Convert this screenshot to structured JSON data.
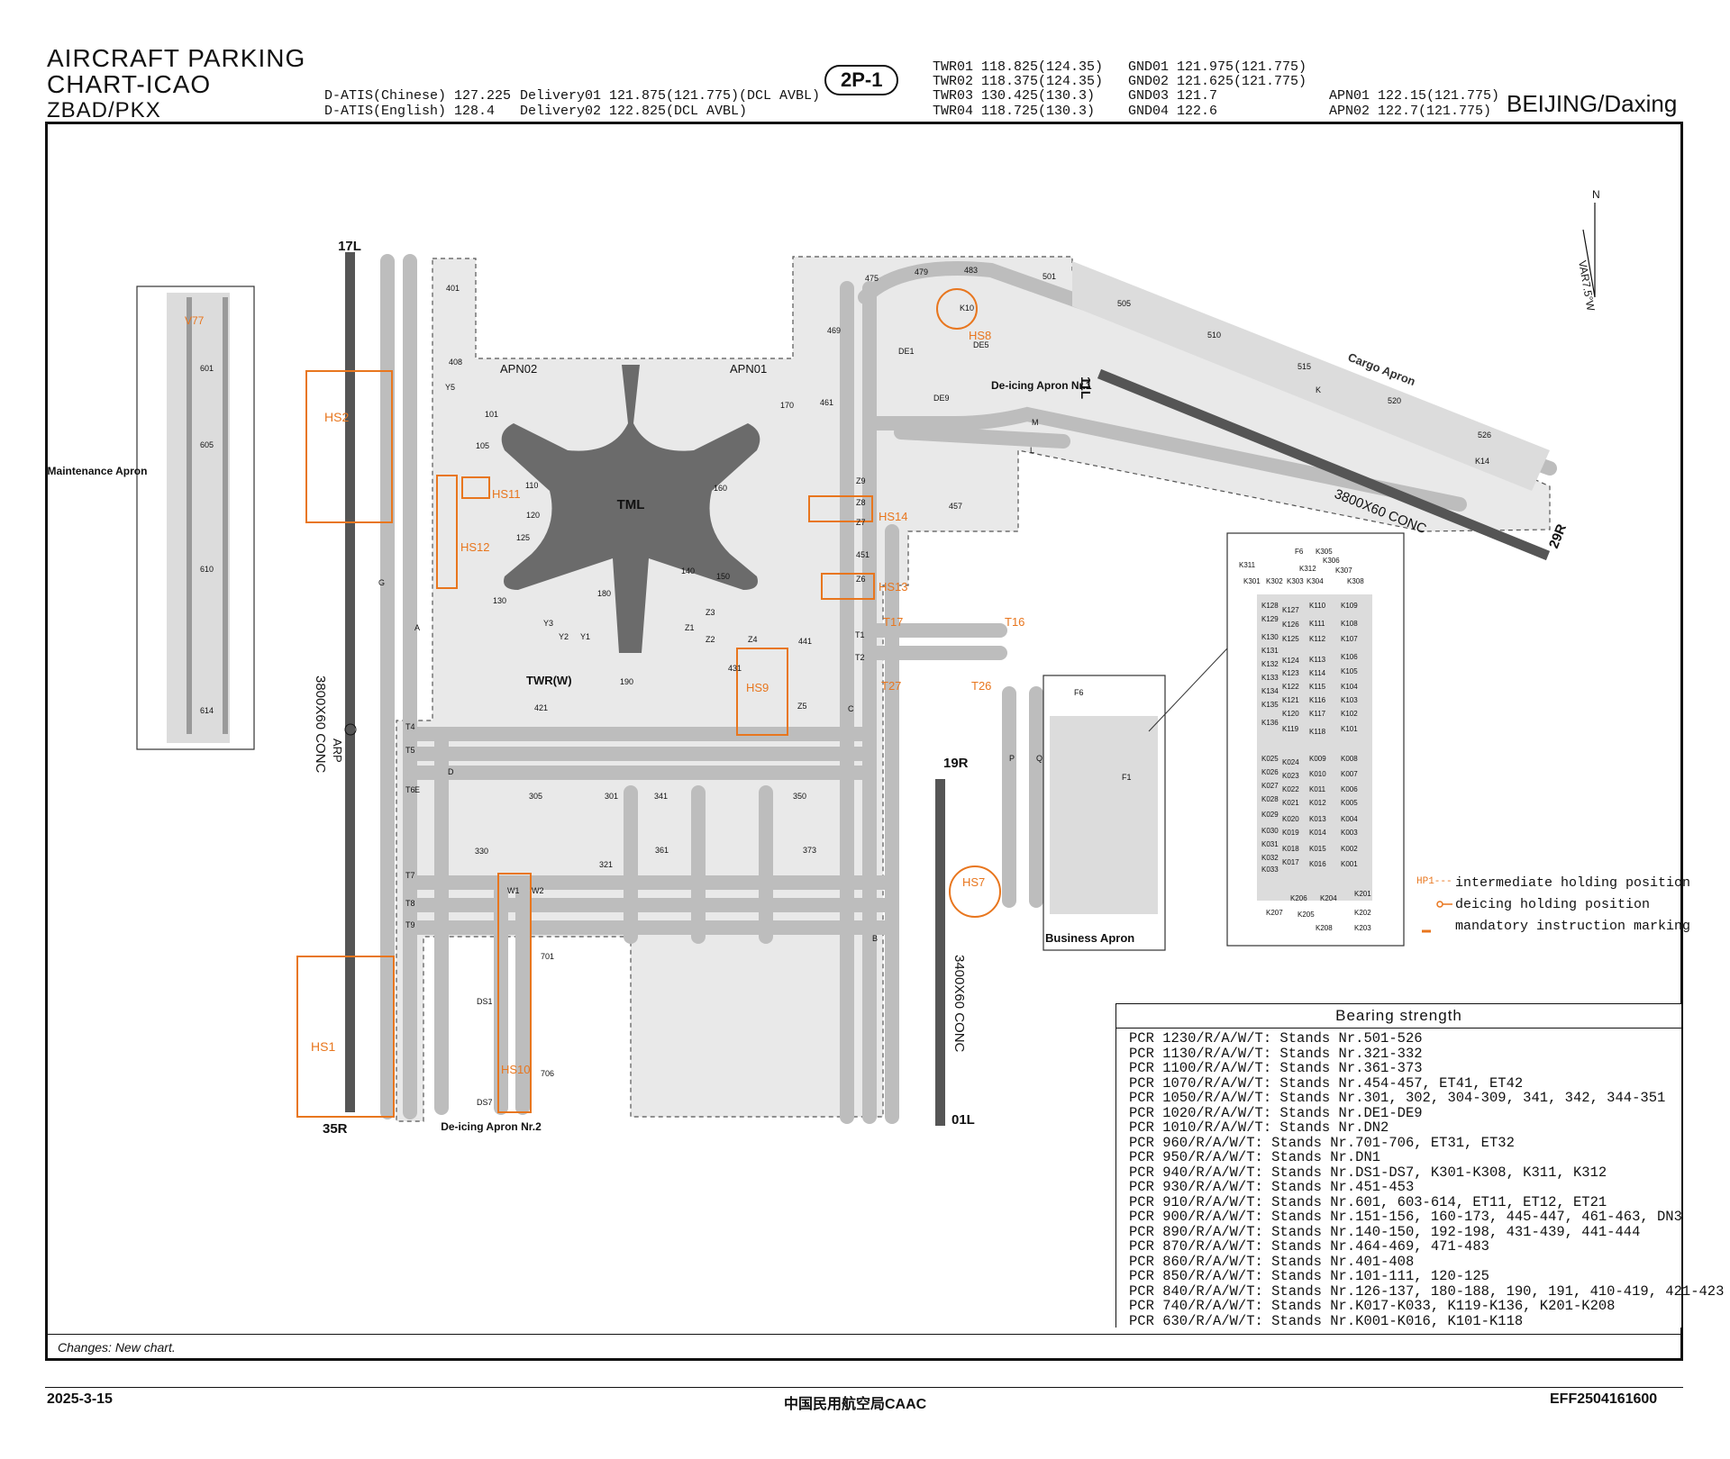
{
  "header": {
    "title_line1": "AIRCRAFT PARKING",
    "title_line2": "CHART-ICAO",
    "airport_code": "ZBAD/PKX",
    "chart_id": "2P-1",
    "city": "BEIJING/Daxing",
    "atis_chinese": "D-ATIS(Chinese) 127.225",
    "atis_english": "D-ATIS(English) 128.4",
    "delivery1": "Delivery01  121.875(121.775)(DCL AVBL)",
    "delivery2": "Delivery02  122.825(DCL AVBL)",
    "twr": [
      "TWR01  118.825(124.35)",
      "TWR02  118.375(124.35)",
      "TWR03  130.425(130.3)",
      "TWR04  118.725(130.3)"
    ],
    "gnd": [
      "GND01  121.975(121.775)",
      "GND02  121.625(121.775)",
      "GND03  121.7",
      "GND04  122.6"
    ],
    "apn": [
      "APN01  122.15(121.775)",
      "APN02  122.7(121.775)"
    ]
  },
  "map": {
    "terminal": "TML",
    "tower": "TWR(W)",
    "north": "N",
    "variation": "VAR7.5°W",
    "arp": "ARP",
    "runways": [
      {
        "end_top": "17L",
        "end_bottom": "35R",
        "surface": "3800X60 CONC"
      },
      {
        "end_top": "19R",
        "end_bottom": "01L",
        "surface": "3400X60 CONC"
      },
      {
        "end_top": "11L",
        "end_bottom": "29R",
        "surface": "3800X60 CONC"
      }
    ],
    "areas": {
      "maintenance": "Maintenance Apron",
      "cargo": "Cargo Apron",
      "deicing1": "De-icing Apron Nr.1",
      "deicing2": "De-icing Apron Nr.2",
      "business": "Business Apron",
      "apn01": "APN01",
      "apn02": "APN02"
    },
    "hotspots": [
      "HS1",
      "HS2",
      "HS7",
      "HS8",
      "HS9",
      "HS10",
      "HS11",
      "HS12",
      "HS13",
      "HS14",
      "V77",
      "T16",
      "T17",
      "T26",
      "T27"
    ],
    "stand_labels": [
      "501",
      "505",
      "510",
      "515",
      "520",
      "526",
      "475",
      "479",
      "483",
      "101",
      "105",
      "110",
      "120",
      "125",
      "130",
      "140",
      "150",
      "160",
      "170",
      "180",
      "190",
      "301",
      "305",
      "321",
      "330",
      "341",
      "350",
      "361",
      "373",
      "401",
      "408",
      "421",
      "431",
      "441",
      "451",
      "457",
      "461",
      "469",
      "601",
      "605",
      "610",
      "614",
      "701",
      "706",
      "DE1",
      "DE5",
      "DE9",
      "DS1",
      "DS7",
      "K10",
      "K14",
      "F1",
      "F6"
    ],
    "taxiway_labels": [
      "A",
      "B",
      "C",
      "D",
      "E",
      "G",
      "K",
      "L",
      "M",
      "P",
      "Q",
      "T1",
      "T2",
      "T4",
      "T5",
      "T6",
      "T7",
      "T8",
      "T9",
      "Y1",
      "Y2",
      "Y3",
      "Y5",
      "Z1",
      "Z2",
      "Z3",
      "Z4",
      "Z5",
      "Z6",
      "Z7",
      "Z8",
      "Z9",
      "W1",
      "W2"
    ]
  },
  "inset": {
    "stands_left": [
      "K311",
      "K301",
      "K302",
      "K303",
      "K304",
      "K128",
      "K129",
      "K130",
      "K131",
      "K132",
      "K133",
      "K134",
      "K135",
      "K136",
      "K025",
      "K026",
      "K027",
      "K028",
      "K029",
      "K030",
      "K031",
      "K032",
      "K033"
    ],
    "stands_mid": [
      "K127",
      "K126",
      "K125",
      "K124",
      "K123",
      "K122",
      "K121",
      "K120",
      "K119",
      "K024",
      "K023",
      "K022",
      "K021",
      "K020",
      "K019",
      "K018",
      "K017"
    ],
    "stands_mid2": [
      "K110",
      "K111",
      "K112",
      "K113",
      "K114",
      "K115",
      "K116",
      "K117",
      "K118",
      "K009",
      "K010",
      "K011",
      "K012",
      "K013",
      "K014",
      "K015",
      "K016"
    ],
    "stands_right": [
      "K109",
      "K108",
      "K107",
      "K106",
      "K105",
      "K104",
      "K103",
      "K102",
      "K101",
      "K008",
      "K007",
      "K006",
      "K005",
      "K004",
      "K003",
      "K002",
      "K001"
    ],
    "stands_bottom": [
      "K206",
      "K204",
      "K201",
      "K207",
      "K205",
      "K202",
      "K208",
      "K203"
    ],
    "stands_top": [
      "F6",
      "K305",
      "K306",
      "K307",
      "K308",
      "K312"
    ]
  },
  "legend": {
    "hp": "HP1---",
    "hp_text": "intermediate holding position",
    "deice_text": "deicing holding position",
    "mandatory_text": "mandatory instruction marking"
  },
  "bearing": {
    "title": "Bearing strength",
    "lines": [
      "PCR 1230/R/A/W/T: Stands Nr.501-526",
      "PCR 1130/R/A/W/T: Stands Nr.321-332",
      "PCR 1100/R/A/W/T: Stands Nr.361-373",
      "PCR 1070/R/A/W/T: Stands Nr.454-457, ET41, ET42",
      "PCR 1050/R/A/W/T: Stands Nr.301, 302, 304-309, 341, 342, 344-351",
      "PCR 1020/R/A/W/T: Stands Nr.DE1-DE9",
      "PCR 1010/R/A/W/T: Stands Nr.DN2",
      "PCR 960/R/A/W/T: Stands Nr.701-706, ET31, ET32",
      "PCR 950/R/A/W/T: Stands Nr.DN1",
      "PCR 940/R/A/W/T: Stands Nr.DS1-DS7, K301-K308, K311, K312",
      "PCR 930/R/A/W/T: Stands Nr.451-453",
      "PCR 910/R/A/W/T: Stands Nr.601, 603-614, ET11, ET12, ET21",
      "PCR 900/R/A/W/T: Stands Nr.151-156, 160-173, 445-447, 461-463, DN3",
      "PCR 890/R/A/W/T: Stands Nr.140-150, 192-198, 431-439, 441-444",
      "PCR 870/R/A/W/T: Stands Nr.464-469, 471-483",
      "PCR 860/R/A/W/T: Stands Nr.401-408",
      "PCR 850/R/A/W/T: Stands Nr.101-111, 120-125",
      "PCR 840/R/A/W/T: Stands Nr.126-137, 180-188, 190, 191, 410-419, 421-423",
      "PCR 740/R/A/W/T: Stands Nr.K017-K033, K119-K136, K201-K208",
      "PCR 630/R/A/W/T: Stands Nr.K001-K016, K101-K118"
    ]
  },
  "changes": "Changes: New chart.",
  "footer": {
    "date": "2025-3-15",
    "authority": "中国民用航空局CAAC",
    "code": "EFF2504161600"
  },
  "colors": {
    "hotspot": "#e8761e",
    "apron": "#dcdcdc",
    "runway": "#555555",
    "taxiway": "#bdbdbd",
    "terminal": "#6b6b6b"
  }
}
